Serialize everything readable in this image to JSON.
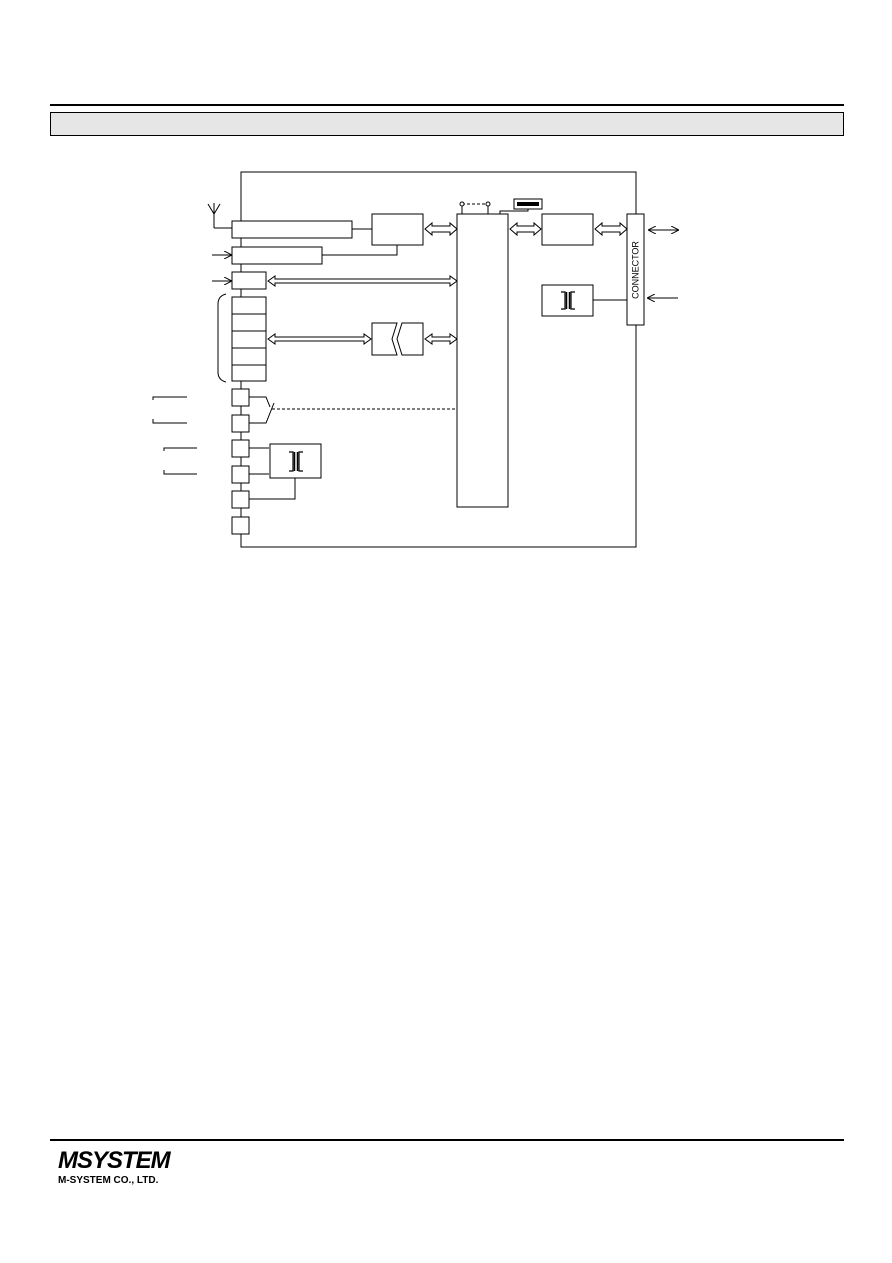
{
  "header": {
    "section_title": ""
  },
  "diagram": {
    "connector_label": "CONNECTOR",
    "colors": {
      "line": "#000000",
      "box_fill": "#ffffff",
      "header_fill": "#e6e6e6"
    }
  },
  "footer": {
    "brand_mark": "MSYSTEM",
    "company_name": "M-SYSTEM CO., LTD."
  }
}
